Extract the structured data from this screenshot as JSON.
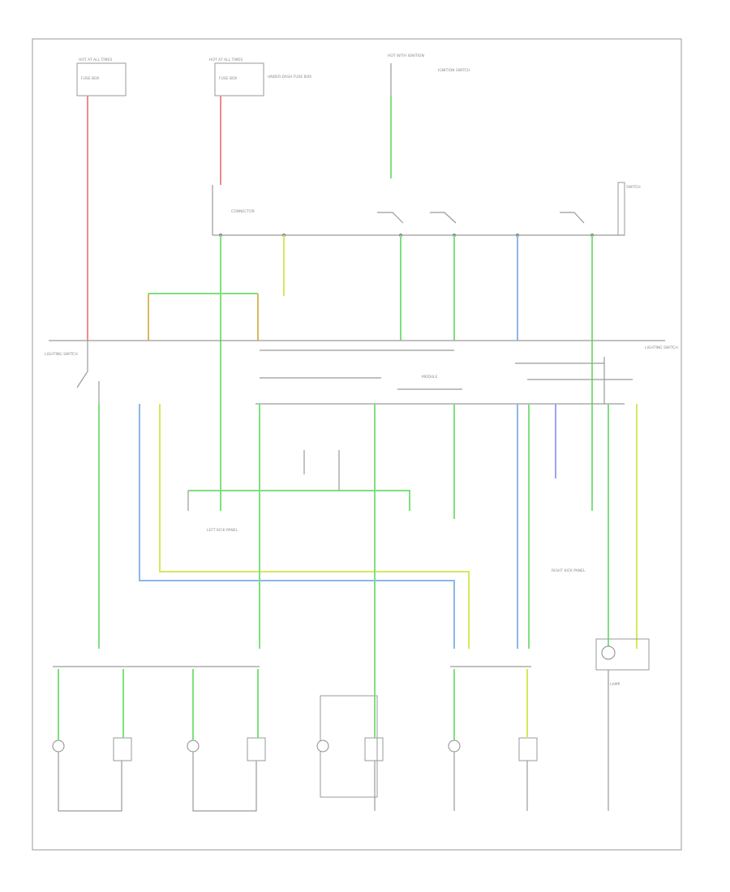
{
  "diagram": {
    "labels": {
      "fuse_left_title": "HOT AT ALL TIMES",
      "fuse_left_text": "FUSE BOX",
      "fuse_mid_title": "HOT AT ALL TIMES",
      "fuse_mid_text": "FUSE BOX",
      "fuse_mid_side": "UNDER-DASH FUSE BOX",
      "ign_title": "HOT WITH IGNITION",
      "ign_side": "IGNITION SWITCH",
      "connector_top": "CONNECTOR",
      "switch_right": "SWITCH",
      "module_center": "MODULE",
      "lighting_right": "LIGHTING SWITCH",
      "light_left": "LIGHTING SWITCH",
      "ground_center_left": "LEFT KICK PANEL",
      "ground_right_mid": "RIGHT KICK PANEL",
      "bottom_right_lamp": "LAMP"
    },
    "colors": {
      "red_wire": "#f08a8a",
      "green_wire": "#7ee07e",
      "yellow_wire": "#d8e85a",
      "blue_wire": "#8ab8e8",
      "tan_wire": "#d8b860",
      "violet_wire": "#a0a0f0",
      "line_gray": "#9a9a9a"
    }
  }
}
